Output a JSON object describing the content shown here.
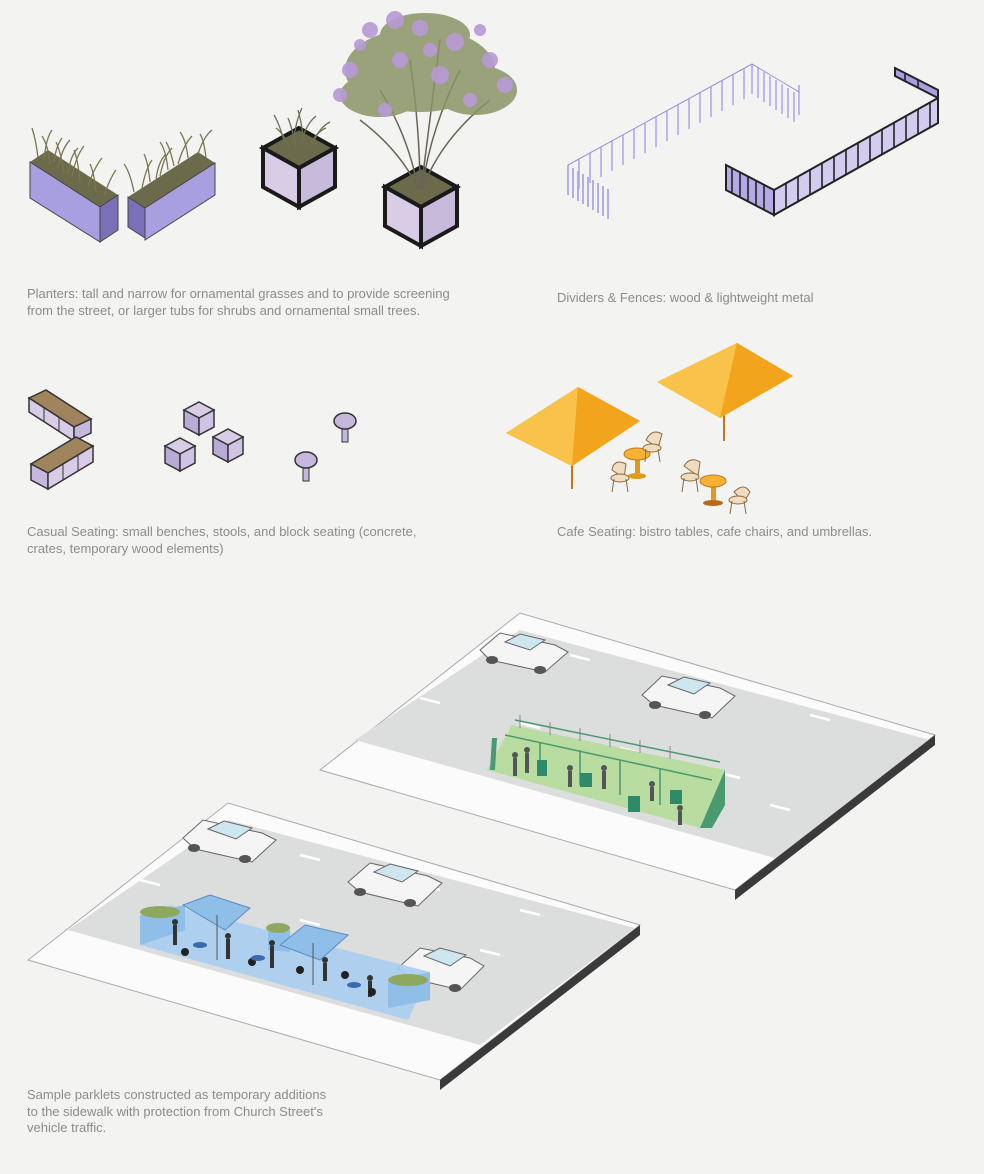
{
  "captions": {
    "planters": "Planters: tall and narrow for ornamental grasses and to provide screening from the street, or larger tubs for shrubs and ornamental small trees.",
    "dividers": "Dividers & Fences: wood & lightweight metal",
    "casual": "Casual Seating: small benches, stools, and block seating (concrete, crates, temporary wood elements)",
    "cafe": "Cafe Seating: bistro tables, cafe chairs, and umbrellas.",
    "parklets": "Sample parklets constructed as temporary additions to the sidewalk with protection from Church Street's vehicle traffic."
  },
  "colors": {
    "background": "#f3f4f2",
    "caption_text": "#8a8d8a",
    "planter_side": "#a89fe0",
    "planter_box": "#d8cce6",
    "soil": "#6b6a4a",
    "fence": "#b0a8ec",
    "bench_top": "#a0845e",
    "umbrella": "#f7b233",
    "table": "#f2a41c",
    "road": "#dcdddd",
    "parklet_green": "#b9dca0",
    "parklet_blue": "#a9cdf0"
  },
  "icons": [
    "grass-planter-icon",
    "cube-planter-icon",
    "tree-planter-icon",
    "fence-icon",
    "bench-icon",
    "block-seat-icon",
    "stool-icon",
    "umbrella-icon",
    "bistro-table-icon",
    "cafe-chair-icon",
    "car-icon",
    "person-icon",
    "parklet-icon"
  ]
}
